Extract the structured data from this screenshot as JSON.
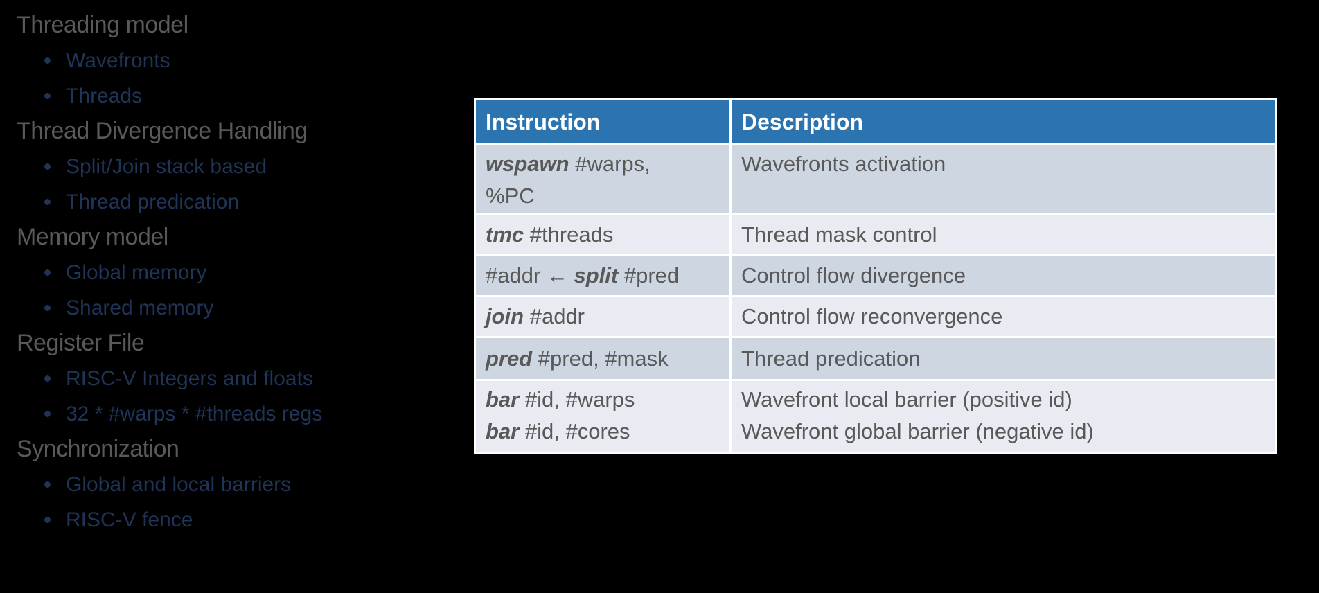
{
  "slide": {
    "background": "#000000"
  },
  "outline": {
    "heading_color": "#595959",
    "item_color": "#1F3456",
    "sections": [
      {
        "title": "Threading model",
        "items": [
          "Wavefronts",
          "Threads"
        ]
      },
      {
        "title": "Thread Divergence Handling",
        "items": [
          "Split/Join stack based",
          "Thread predication"
        ]
      },
      {
        "title": "Memory model",
        "items": [
          "Global memory",
          "Shared memory"
        ]
      },
      {
        "title": "Register File",
        "items": [
          "RISC-V Integers and floats",
          "32 * #warps * #threads regs"
        ]
      },
      {
        "title": "Synchronization",
        "items": [
          "Global and local barriers",
          "RISC-V fence"
        ]
      }
    ]
  },
  "table": {
    "colors": {
      "header_bg": "#2B74AF",
      "header_text": "#FFFFFF",
      "row_dark": "#CDD6E1",
      "row_light": "#E9EBF2",
      "body_text": "#595959",
      "grid": "#FFFFFF"
    },
    "headers": [
      "Instruction",
      "Description"
    ],
    "rows": [
      {
        "instruction": [
          [
            {
              "text": "wspawn",
              "mnemonic": true
            },
            {
              "text": " #warps,"
            }
          ],
          [
            {
              "text": "%PC"
            }
          ]
        ],
        "description": [
          "Wavefronts activation"
        ]
      },
      {
        "instruction": [
          [
            {
              "text": "tmc",
              "mnemonic": true
            },
            {
              "text": " #threads"
            }
          ]
        ],
        "description": [
          "Thread mask control"
        ]
      },
      {
        "instruction": [
          [
            {
              "text": "#addr ← "
            },
            {
              "text": "split",
              "mnemonic": true
            },
            {
              "text": " #pred"
            }
          ]
        ],
        "description": [
          "Control flow divergence"
        ]
      },
      {
        "instruction": [
          [
            {
              "text": "join",
              "mnemonic": true
            },
            {
              "text": " #addr"
            }
          ]
        ],
        "description": [
          "Control flow reconvergence"
        ]
      },
      {
        "instruction": [
          [
            {
              "text": "pred",
              "mnemonic": true
            },
            {
              "text": " #pred, #mask"
            }
          ]
        ],
        "description": [
          "Thread predication"
        ]
      },
      {
        "instruction": [
          [
            {
              "text": "bar",
              "mnemonic": true
            },
            {
              "text": " #id, #warps"
            }
          ],
          [
            {
              "text": "bar",
              "mnemonic": true
            },
            {
              "text": " #id, #cores"
            }
          ]
        ],
        "description": [
          "Wavefront local barrier (positive id)",
          "Wavefront global barrier (negative id)"
        ]
      }
    ]
  }
}
